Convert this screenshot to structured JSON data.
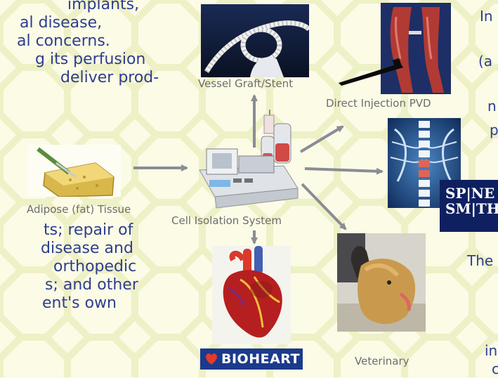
{
  "left_text_top": [
    "implants,",
    "al disease,",
    "al concerns.",
    "g its perfusion",
    "deliver prod-"
  ],
  "left_text_bottom": [
    "ts; repair of",
    "disease and",
    "orthopedic",
    "s; and other",
    "ent's own"
  ],
  "right_text": [
    "In",
    "(a",
    "n",
    "p",
    "The",
    "in",
    "c"
  ],
  "captions": {
    "adipose": "Adipose (fat) Tissue",
    "cell_isolation": "Cell Isolation System",
    "vessel_graft": "Vessel Graft/Stent",
    "direct_injection": "Direct Injection PVD",
    "veterinary": "Veterinary"
  },
  "logos": {
    "bioheart": "BIOHEART",
    "spine_smith_1": "SP|NE",
    "spine_smith_2": "SM|TH"
  },
  "colors": {
    "text_blue": "#2e3e8e",
    "caption_gray": "#6d6d6d",
    "arrow_gray": "#8a8c96",
    "background": "#fbfbe6",
    "pattern": "#eef0c6"
  }
}
